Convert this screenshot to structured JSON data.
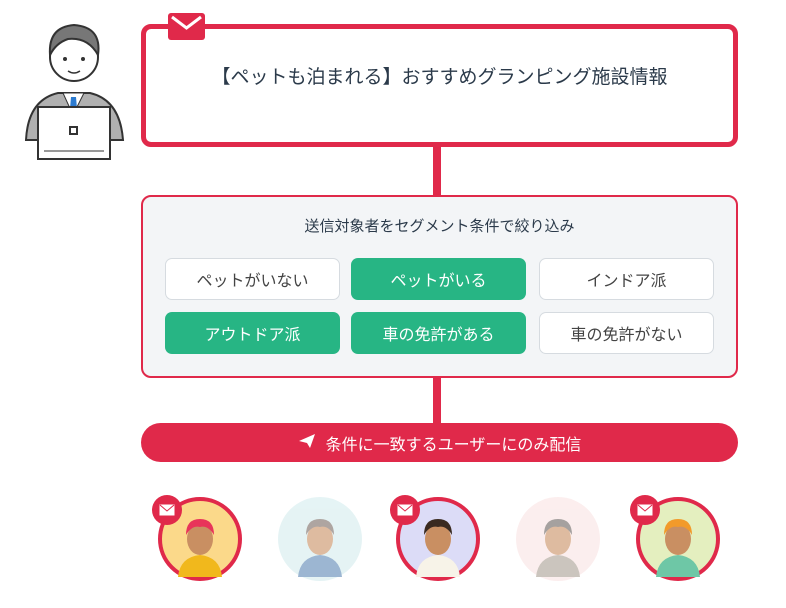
{
  "message": {
    "title": "【ペットも泊まれる】おすすめグランピング施設情報"
  },
  "segment": {
    "title": "送信対象者をセグメント条件で絞り込み",
    "conditions": [
      {
        "label": "ペットがいない",
        "selected": false
      },
      {
        "label": "ペットがいる",
        "selected": true
      },
      {
        "label": "インドア派",
        "selected": false
      },
      {
        "label": "アウトドア派",
        "selected": true
      },
      {
        "label": "車の免許がある",
        "selected": true
      },
      {
        "label": "車の免許がない",
        "selected": false
      }
    ]
  },
  "send": {
    "label": "条件に一致するユーザーにのみ配信",
    "icon": "paper-plane-icon"
  },
  "users": [
    {
      "bg": "#fbd98a",
      "hair": "#e8345a",
      "shirt": "#f1b81c",
      "received": true
    },
    {
      "bg": "#d4ecee",
      "hair": "#7a6a64",
      "shirt": "#5b86b5",
      "received": false
    },
    {
      "bg": "#dcdcf7",
      "hair": "#3a2a20",
      "shirt": "#f7f3e8",
      "received": true
    },
    {
      "bg": "#fae3e3",
      "hair": "#6b6360",
      "shirt": "#aaa093",
      "received": false
    },
    {
      "bg": "#e4efbf",
      "hair": "#f29a2a",
      "shirt": "#6ec7a6",
      "received": true
    }
  ],
  "colors": {
    "accent": "#e0294a",
    "selected": "#27b584"
  }
}
